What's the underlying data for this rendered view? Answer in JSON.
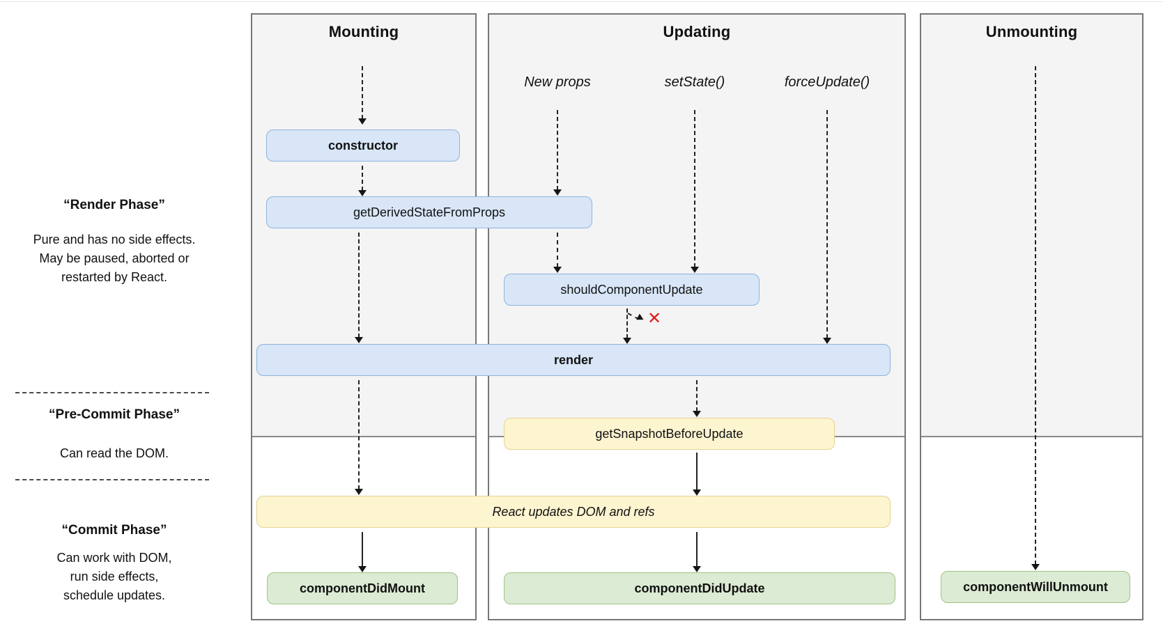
{
  "columns": {
    "mounting": {
      "title": "Mounting"
    },
    "updating": {
      "title": "Updating",
      "triggers": {
        "new_props": "New props",
        "set_state": "setState()",
        "force_update": "forceUpdate()"
      }
    },
    "unmounting": {
      "title": "Unmounting"
    }
  },
  "phases": {
    "render": {
      "title": "“Render Phase”",
      "lines": [
        "Pure and has no side effects.",
        "May be paused, aborted or",
        "restarted by React."
      ]
    },
    "pre_commit": {
      "title": "“Pre-Commit Phase”",
      "lines": [
        "Can read the DOM."
      ]
    },
    "commit": {
      "title": "“Commit Phase”",
      "lines": [
        "Can work with DOM,",
        "run side effects,",
        "schedule updates."
      ]
    }
  },
  "nodes": {
    "constructor": "constructor",
    "get_derived_state_from_props": "getDerivedStateFromProps",
    "should_component_update": "shouldComponentUpdate",
    "render": "render",
    "get_snapshot_before_update": "getSnapshotBeforeUpdate",
    "react_updates": "React updates DOM and refs",
    "component_did_mount": "componentDidMount",
    "component_did_update": "componentDidUpdate",
    "component_will_unmount": "componentWillUnmount"
  },
  "marks": {
    "reject": "✕"
  },
  "colors": {
    "node_blue_fill": "#d8e6f7",
    "node_blue_border": "#8fb3de",
    "node_yellow_fill": "#fdf4d0",
    "node_yellow_border": "#e5d395",
    "node_green_fill": "#dcebd4",
    "node_green_border": "#9cc483",
    "panel_background": "#f4f4f4",
    "panel_border": "#767676",
    "reject_red": "#dd1c1c"
  }
}
